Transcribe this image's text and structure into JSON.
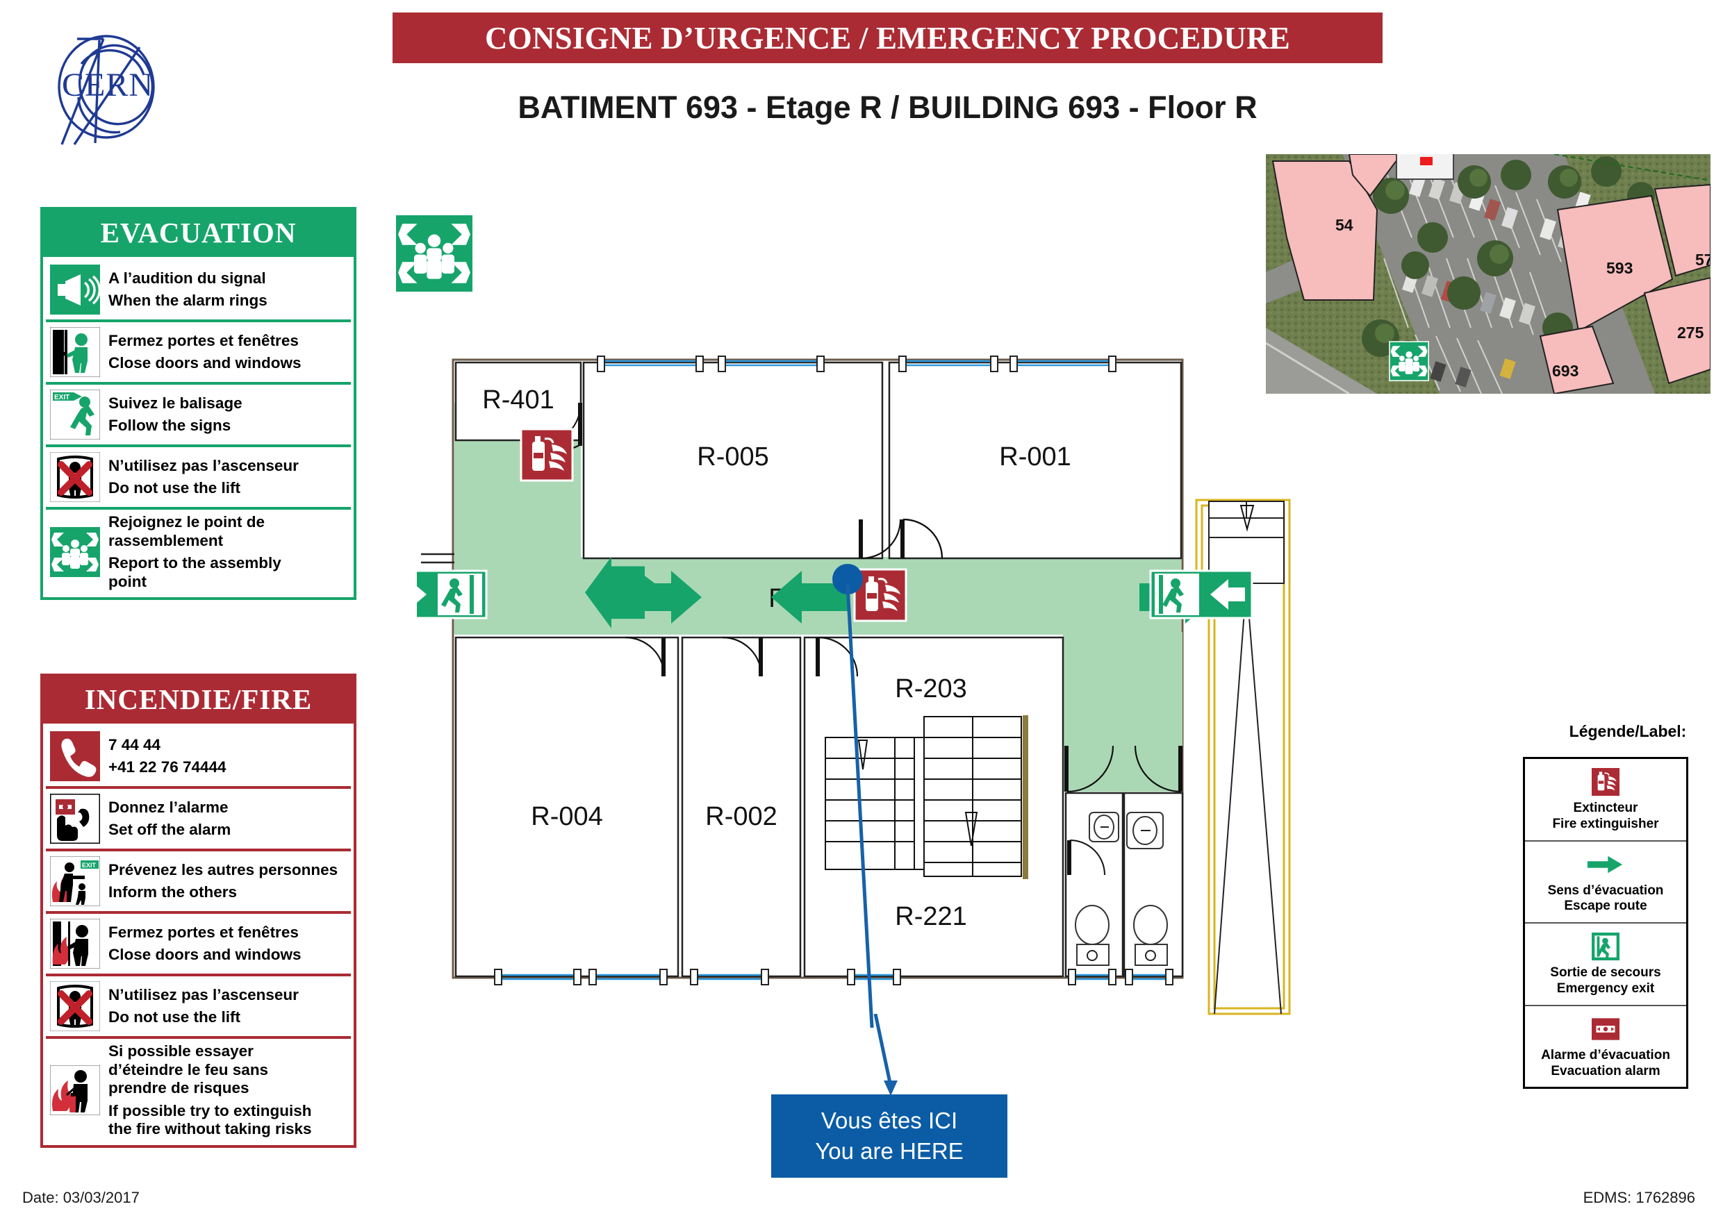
{
  "header": {
    "title": "CONSIGNE D’URGENCE / EMERGENCY PROCEDURE",
    "subtitle": "BATIMENT 693 - Etage R / BUILDING 693 - Floor R",
    "title_bg": "#ab2b34"
  },
  "logo": {
    "text": "CERN",
    "color": "#1f3a93"
  },
  "evacuation": {
    "heading": "EVACUATION",
    "accent": "#16a46b",
    "items": [
      {
        "icon": "alarm-horn-icon",
        "fr": "A l’audition du signal",
        "en": "When the alarm rings"
      },
      {
        "icon": "close-door-icon",
        "fr": "Fermez portes et fenêtres",
        "en": "Close doors and windows"
      },
      {
        "icon": "exit-running-icon",
        "fr": "Suivez le balisage",
        "en": "Follow the signs"
      },
      {
        "icon": "no-lift-icon",
        "fr": "N’utilisez pas l’ascenseur",
        "en": "Do not use the lift"
      },
      {
        "icon": "assembly-point-icon",
        "fr": "Rejoignez le point de rassemblement",
        "en": "Report to the assembly point"
      }
    ]
  },
  "fire": {
    "heading": "INCENDIE/FIRE",
    "accent": "#ab2b34",
    "items": [
      {
        "icon": "emergency-phone-icon",
        "fr": "7 44 44",
        "en": "+41 22 76 74444"
      },
      {
        "icon": "call-point-icon",
        "fr": "Donnez l’alarme",
        "en": "Set off the alarm"
      },
      {
        "icon": "inform-others-icon",
        "fr": "Prévenez les autres personnes",
        "en": "Inform the others"
      },
      {
        "icon": "close-door-fire-icon",
        "fr": "Fermez portes et fenêtres",
        "en": "Close doors and windows"
      },
      {
        "icon": "no-lift-icon",
        "fr": "N’utilisez pas l’ascenseur",
        "en": "Do not use the lift"
      },
      {
        "icon": "extinguish-fire-icon",
        "fr": "Si possible essayer d’éteindre le feu sans prendre de risques",
        "en": "If possible try to extinguish the fire without taking risks"
      }
    ]
  },
  "floorplan": {
    "rooms": [
      {
        "label": "R-401"
      },
      {
        "label": "R-005"
      },
      {
        "label": "R-001"
      },
      {
        "label": "R-201"
      },
      {
        "label": "R-004"
      },
      {
        "label": "R-002"
      },
      {
        "label": "R-203"
      },
      {
        "label": "R-221"
      }
    ],
    "corridor_color": "#aad8b4",
    "wall_color": "#6b5a4a"
  },
  "aerial": {
    "buildings": [
      "54",
      "593",
      "57",
      "275",
      "693"
    ],
    "highlight_color": "#f7bcbc"
  },
  "here": {
    "line1": "Vous êtes ICI",
    "line2": "You are HERE",
    "color": "#0b5ca5"
  },
  "legend": {
    "title": "Légende/Label:",
    "items": [
      {
        "icon": "fire-extinguisher-icon",
        "fr": "Extincteur",
        "en": "Fire extinguisher"
      },
      {
        "icon": "escape-arrow-icon",
        "fr": "Sens d’évacuation",
        "en": "Escape route"
      },
      {
        "icon": "emergency-exit-icon",
        "fr": "Sortie de secours",
        "en": "Emergency exit"
      },
      {
        "icon": "evacuation-alarm-icon",
        "fr": "Alarme d’évacuation",
        "en": "Evacuation alarm"
      }
    ]
  },
  "footer": {
    "date": "Date: 03/03/2017",
    "edms": "EDMS: 1762896"
  }
}
